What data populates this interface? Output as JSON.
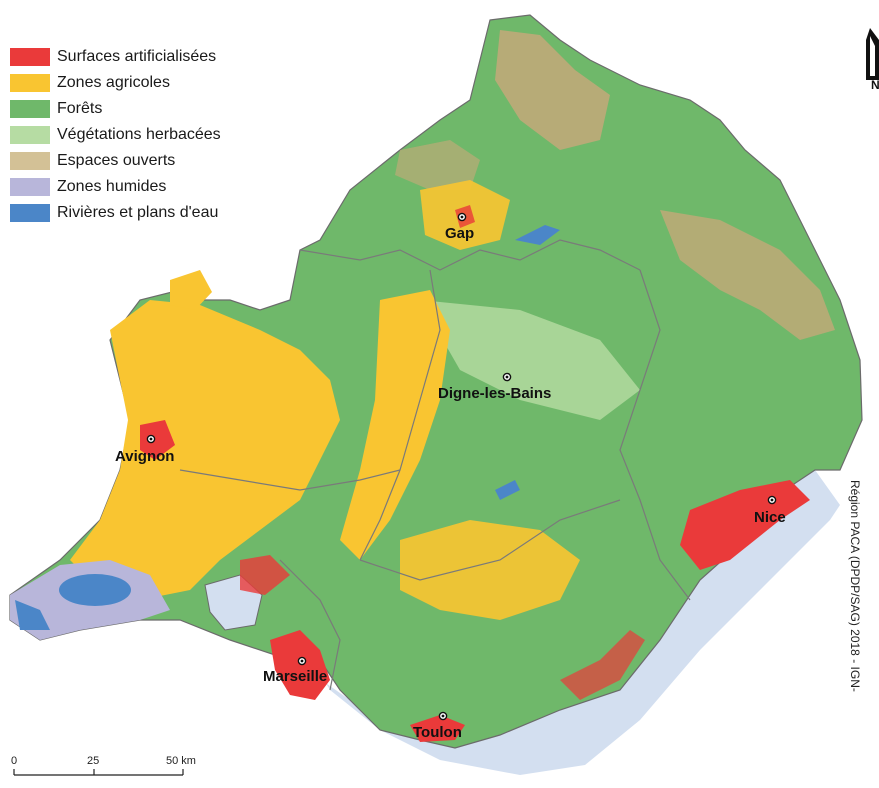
{
  "legend": {
    "items": [
      {
        "label": "Surfaces artificialisées",
        "color": "#ea3a3a"
      },
      {
        "label": "Zones agricoles",
        "color": "#f9c531"
      },
      {
        "label": "Forêts",
        "color": "#6fb86a"
      },
      {
        "label": "Végétations herbacées",
        "color": "#b6dca3"
      },
      {
        "label": "Espaces ouverts",
        "color": "#d3c196"
      },
      {
        "label": "Zones humides",
        "color": "#b8b6da"
      },
      {
        "label": "Rivières et plans d'eau",
        "color": "#4b86c8"
      }
    ]
  },
  "cities": {
    "gap": "Gap",
    "digne": "Digne-les-Bains",
    "avignon": "Avignon",
    "nice": "Nice",
    "marseille": "Marseille",
    "toulon": "Toulon"
  },
  "scale": {
    "t0": "0",
    "t1": "25",
    "t2": "50 km"
  },
  "north": {
    "letter": "N"
  },
  "credit": "Région PACA (DPDP/SAG) 2018 - IGN-"
}
